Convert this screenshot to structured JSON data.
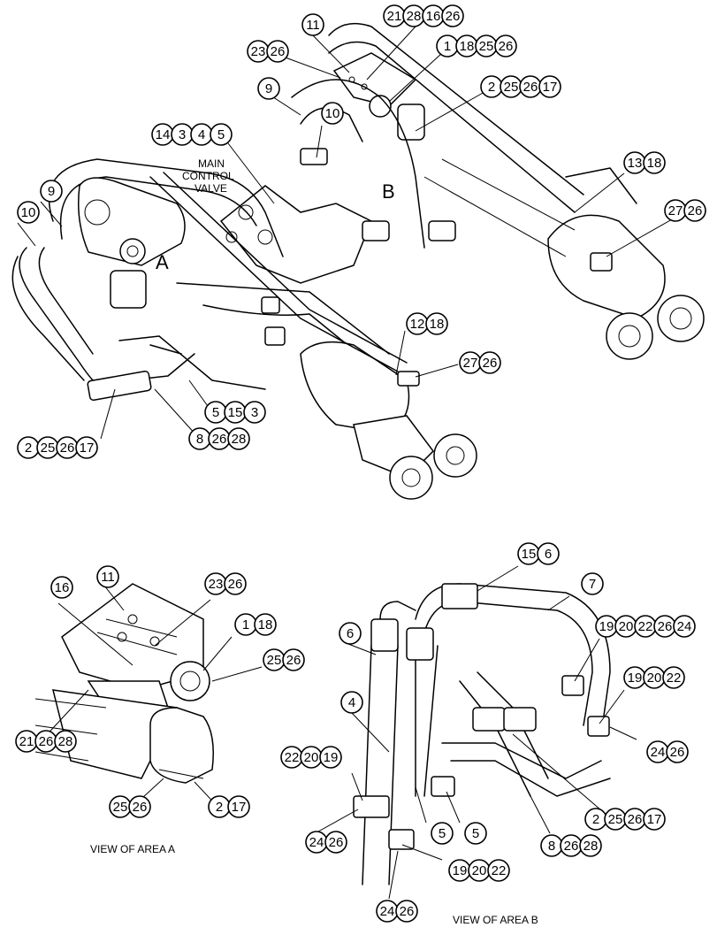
{
  "diagram": {
    "main_control_valve_line1": "MAIN",
    "main_control_valve_line2": "CONTROL",
    "main_control_valve_line3": "VALVE",
    "area_a_marker": "A",
    "area_b_marker": "B",
    "view_a_caption": "VIEW OF AREA A",
    "view_b_caption": "VIEW OF AREA B"
  },
  "callout_groups": [
    {
      "id": "g1",
      "labels": [
        "11"
      ]
    },
    {
      "id": "g2",
      "labels": [
        "21",
        "28",
        "16",
        "26"
      ]
    },
    {
      "id": "g3",
      "labels": [
        "23",
        "26"
      ]
    },
    {
      "id": "g4",
      "labels": [
        "1",
        "18",
        "25",
        "26"
      ]
    },
    {
      "id": "g5",
      "labels": [
        "9"
      ]
    },
    {
      "id": "g6",
      "labels": [
        "2",
        "25",
        "26",
        "17"
      ]
    },
    {
      "id": "g7",
      "labels": [
        "10"
      ]
    },
    {
      "id": "g8",
      "labels": [
        "14",
        "3",
        "4",
        "5"
      ]
    },
    {
      "id": "g9",
      "labels": [
        "13",
        "18"
      ]
    },
    {
      "id": "g10",
      "labels": [
        "10"
      ]
    },
    {
      "id": "g11",
      "labels": [
        "9"
      ]
    },
    {
      "id": "g12",
      "labels": [
        "27",
        "26"
      ]
    },
    {
      "id": "g13",
      "labels": [
        "12",
        "18"
      ]
    },
    {
      "id": "g14",
      "labels": [
        "27",
        "26"
      ]
    },
    {
      "id": "g15",
      "labels": [
        "5",
        "15",
        "3"
      ]
    },
    {
      "id": "g16",
      "labels": [
        "2",
        "25",
        "26",
        "17"
      ]
    },
    {
      "id": "g17",
      "labels": [
        "8",
        "26",
        "28"
      ]
    },
    {
      "id": "g18",
      "labels": [
        "11"
      ]
    },
    {
      "id": "g19",
      "labels": [
        "16"
      ]
    },
    {
      "id": "g20",
      "labels": [
        "23",
        "26"
      ]
    },
    {
      "id": "g21",
      "labels": [
        "1",
        "18"
      ]
    },
    {
      "id": "g22",
      "labels": [
        "25",
        "26"
      ]
    },
    {
      "id": "g23",
      "labels": [
        "21",
        "26",
        "28"
      ]
    },
    {
      "id": "g24",
      "labels": [
        "25",
        "26"
      ]
    },
    {
      "id": "g25",
      "labels": [
        "2",
        "17"
      ]
    },
    {
      "id": "g26",
      "labels": [
        "15",
        "6"
      ]
    },
    {
      "id": "g27",
      "labels": [
        "7"
      ]
    },
    {
      "id": "g28",
      "labels": [
        "6"
      ]
    },
    {
      "id": "g29",
      "labels": [
        "19",
        "20",
        "22",
        "26",
        "24"
      ]
    },
    {
      "id": "g30",
      "labels": [
        "19",
        "20",
        "22"
      ]
    },
    {
      "id": "g31",
      "labels": [
        "4"
      ]
    },
    {
      "id": "g32",
      "labels": [
        "24",
        "26"
      ]
    },
    {
      "id": "g33",
      "labels": [
        "22",
        "20",
        "19"
      ]
    },
    {
      "id": "g34",
      "labels": [
        "24",
        "26"
      ]
    },
    {
      "id": "g35",
      "labels": [
        "5"
      ]
    },
    {
      "id": "g36",
      "labels": [
        "5"
      ]
    },
    {
      "id": "g37",
      "labels": [
        "2",
        "25",
        "26",
        "17"
      ]
    },
    {
      "id": "g38",
      "labels": [
        "8",
        "26",
        "28"
      ]
    },
    {
      "id": "g39",
      "labels": [
        "19",
        "20",
        "22"
      ]
    },
    {
      "id": "g40",
      "labels": [
        "24",
        "26"
      ]
    }
  ]
}
